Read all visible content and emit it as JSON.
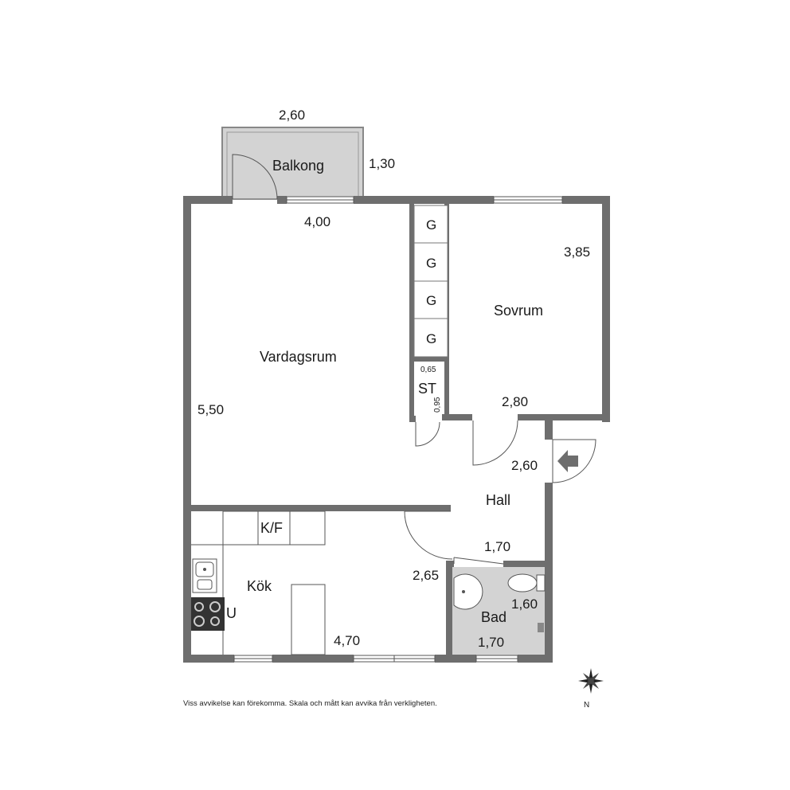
{
  "rooms": {
    "balkong": "Balkong",
    "vardagsrum": "Vardagsrum",
    "sovrum": "Sovrum",
    "hall": "Hall",
    "kok": "Kök",
    "bad": "Bad",
    "storage": "ST",
    "fridge": "K/F",
    "stove": "U",
    "wardrobe": [
      "G",
      "G",
      "G",
      "G"
    ]
  },
  "dimensions": {
    "balkong_width": "2,60",
    "balkong_depth": "1,30",
    "vardagsrum_width": "4,00",
    "vardagsrum_length": "5,50",
    "sovrum_length": "3,85",
    "sovrum_width": "2,80",
    "hall_width": "2,60",
    "hall_depth": "1,70",
    "kok_depth": "2,65",
    "kok_width": "4,70",
    "bad_length": "1,60",
    "bad_width": "1,70",
    "st_width": "0,65",
    "st_depth": "0,95"
  },
  "compass": {
    "north_label": "N"
  },
  "disclaimer": "Viss avvikelse kan förekomma. Skala och mått kan avvika från verkligheten.",
  "colors": {
    "wall": "#6e6e6e",
    "balcony_fill": "#d3d3d3",
    "bath_fill": "#d3d3d3"
  }
}
